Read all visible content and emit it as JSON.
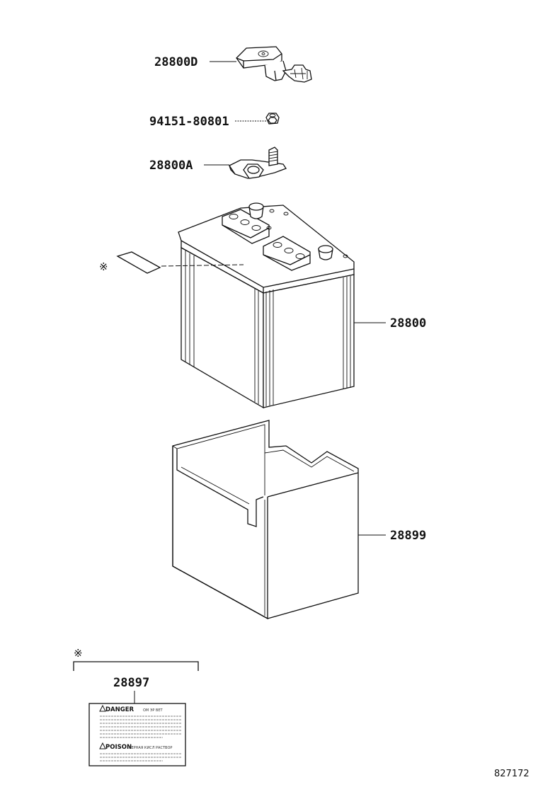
{
  "diagram": {
    "callouts": {
      "clamp_cover": "28800D",
      "nut": "94151-80801",
      "terminal_clamp": "28800A",
      "battery": "28800",
      "battery_case": "28899",
      "caution_label": "28897"
    },
    "reference_mark": "※",
    "caution_label": {
      "danger_heading": "DANGER",
      "danger_sub": "ОМ ЭР ВЕТ",
      "poison_heading": "POISON",
      "poison_sub": "СЕРНАЯ КИСЛ РАСТВОР"
    },
    "illustration_id": "827172"
  },
  "colors": {
    "ink": "#111111",
    "background": "#ffffff"
  }
}
